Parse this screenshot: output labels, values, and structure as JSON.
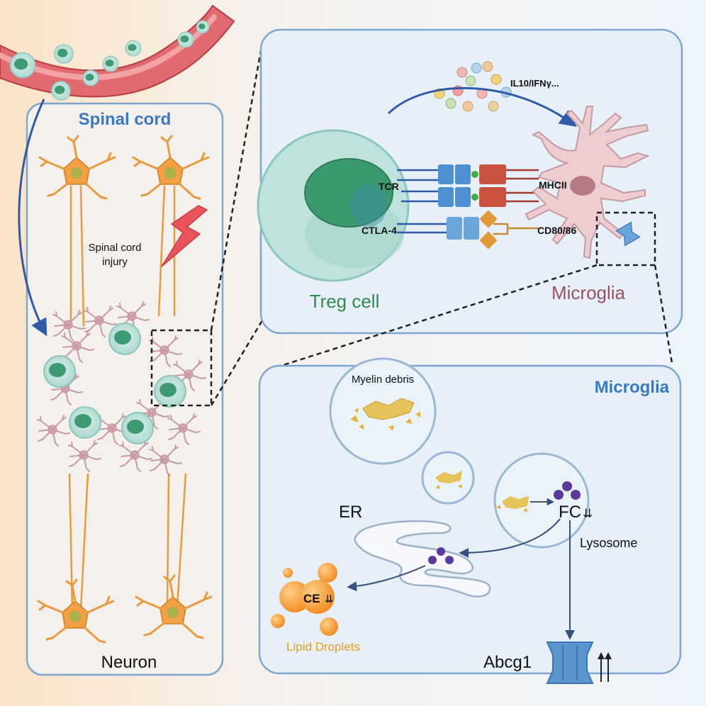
{
  "labels": {
    "spinal_cord": "Spinal cord",
    "injury_line1": "Spinal cord",
    "injury_line2": "injury",
    "neuron": "Neuron",
    "cytokines": "IL10/IFNγ...",
    "tcr": "TCR",
    "ctla4": "CTLA-4",
    "mhcii": "MHCII",
    "cd8086": "CD80/86",
    "treg": "Treg cell",
    "microglia_upper": "Microglia",
    "microglia_lower": "Microglia",
    "myelin_debris": "Myelin debris",
    "er": "ER",
    "fc": "FC",
    "lysosome": "Lysosome",
    "ce": "CE",
    "lipid_droplets": "Lipid Droplets",
    "abcg1": "Abcg1",
    "down_arrows": "⇊"
  },
  "colors": {
    "panel_border": "#7fa6cf",
    "title_blue": "#3a78c2",
    "treg_green": "#2e8b4f",
    "microglia_mauve": "#9a4f63",
    "lipid_orange": "#e0a020",
    "neuron_orange": "#e89a3c",
    "vessel_red": "#d24d55"
  }
}
